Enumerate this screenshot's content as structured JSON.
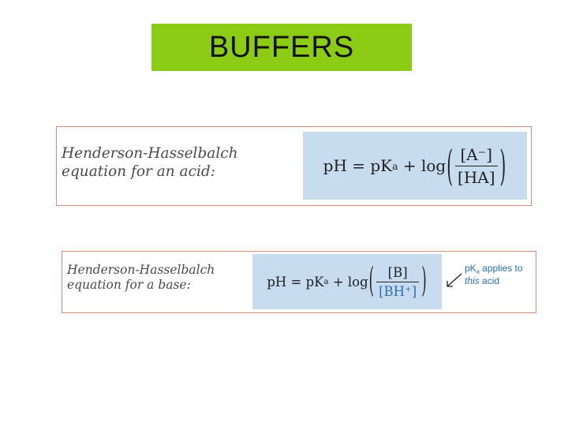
{
  "slide": {
    "title": "BUFFERS"
  },
  "acid_panel": {
    "label_line1": "Henderson-Hasselbalch",
    "label_line2": "equation for an acid:",
    "equation": {
      "lhs": "pH = pK",
      "pk_sub": "a",
      "plus_log": " + log",
      "numerator": "[A⁻]",
      "denominator": "[HA]"
    }
  },
  "base_panel": {
    "label_line1": "Henderson-Hasselbalch",
    "label_line2": "equation for a base:",
    "equation": {
      "lhs": "pH = pK",
      "pk_sub": "a",
      "plus_log": " + log",
      "numerator": "[B]",
      "denominator": "[BH⁺]"
    },
    "note": {
      "pk": "pK",
      "pk_sub": "a",
      "text1": " applies to",
      "this_word": "this",
      "text2": " acid"
    }
  },
  "colors": {
    "title_background": "#8ccc14",
    "equation_background": "#c8dcf0",
    "panel_border": "#d08a7e",
    "annotation_blue": "#2a6fb8"
  }
}
